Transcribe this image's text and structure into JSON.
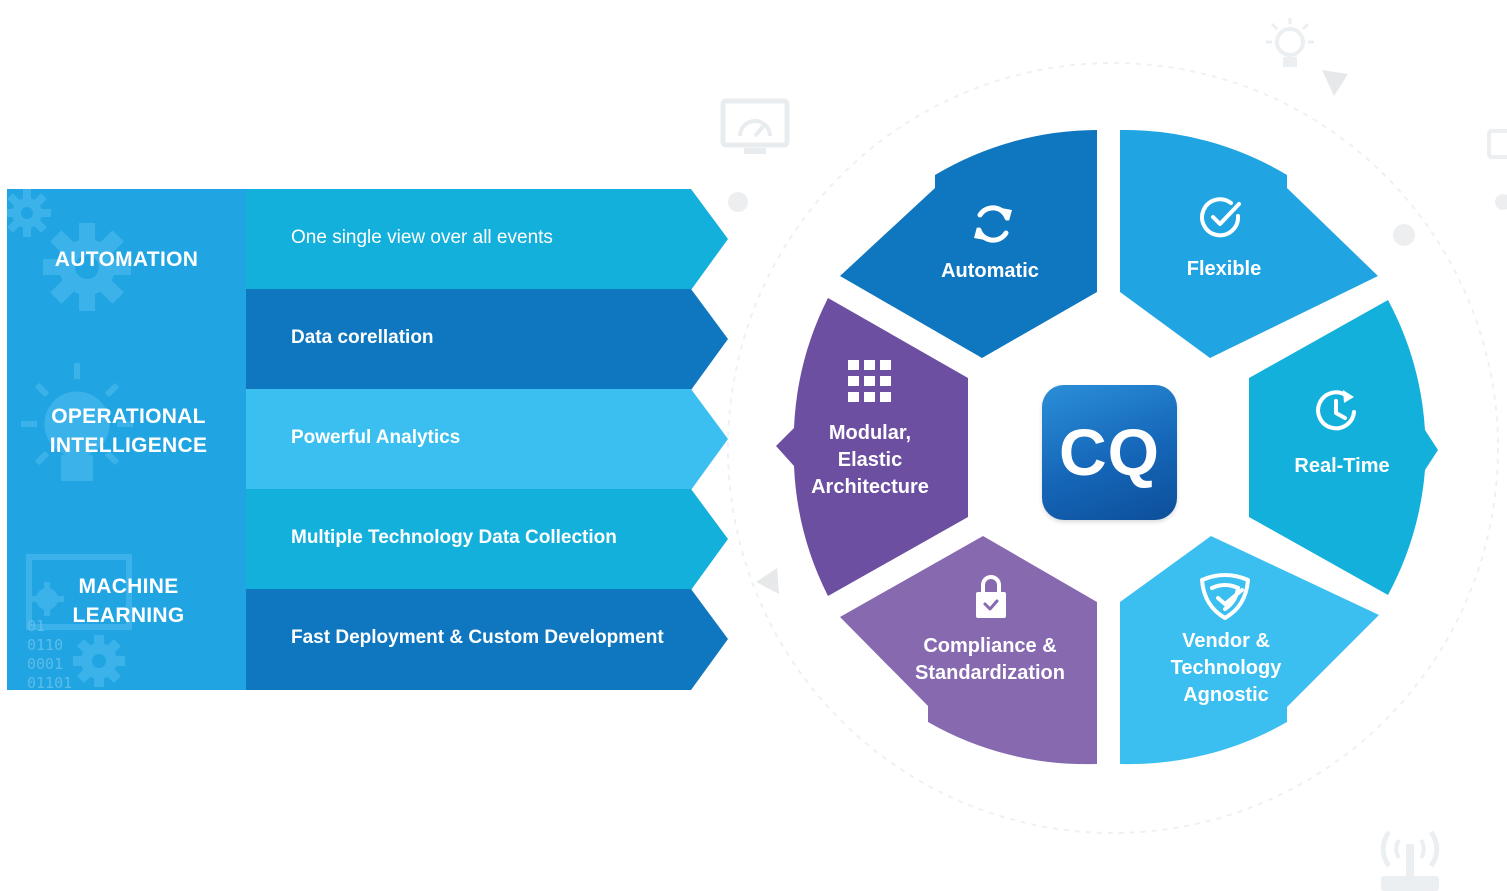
{
  "categories": [
    "AUTOMATION",
    "OPERATIONAL\nINTELLIGENCE",
    "MACHINE\nLEARNING"
  ],
  "binary_text": "01\n0110\n0001\n01101",
  "features": [
    {
      "label": "One single view over all events",
      "color": "#14b0dc"
    },
    {
      "label": "Data corellation",
      "color": "#0f77bf"
    },
    {
      "label": "Powerful Analytics",
      "color": "#3bbff0"
    },
    {
      "label": "Multiple Technology Data Collection",
      "color": "#14b0dc"
    },
    {
      "label": "Fast Deployment & Custom Development",
      "color": "#0f77bf"
    }
  ],
  "wheel": {
    "center_logo": "CQ",
    "segments": [
      {
        "label": "Automatic",
        "icon": "refresh-icon",
        "color": "#0f77bf"
      },
      {
        "label": "Flexible",
        "icon": "check-circle-icon",
        "color": "#21a5e2"
      },
      {
        "label": "Real-Time",
        "icon": "clock-icon",
        "color": "#14b0dc"
      },
      {
        "label": "Vendor &\nTechnology\nAgnostic",
        "icon": "shield-icon",
        "color": "#3bbff0"
      },
      {
        "label": "Compliance &\nStandardization",
        "icon": "lock-icon",
        "color": "#8769b0"
      },
      {
        "label": "Modular,\nElastic\nArchitecture",
        "icon": "grid-icon",
        "color": "#6c4fa1"
      }
    ]
  },
  "colors": {
    "left_panel": "#21a5e2",
    "logo_gradient": [
      "#2b8fd8",
      "#0d4f9a"
    ],
    "decor_gray": "#e9ecef"
  }
}
